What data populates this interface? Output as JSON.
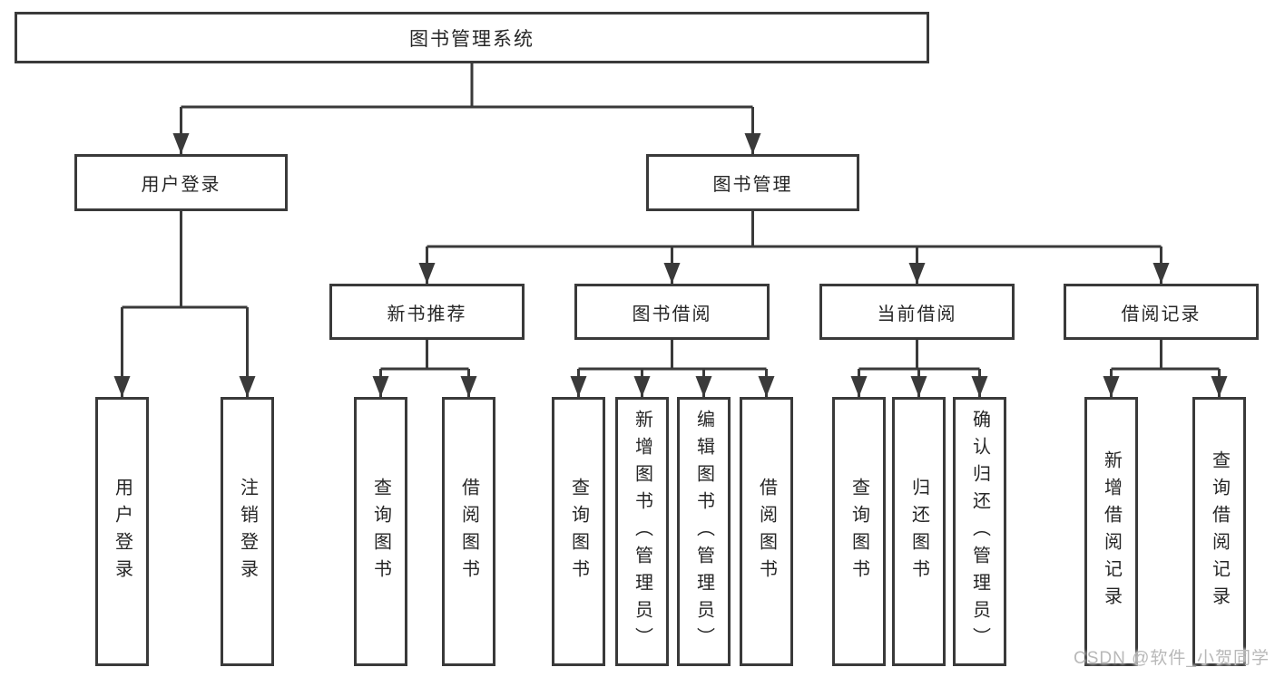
{
  "tree": {
    "root": {
      "label": "图书管理系统"
    },
    "branches": [
      {
        "label": "用户登录",
        "children": [
          {
            "label": "用户登录"
          },
          {
            "label": "注销登录"
          }
        ]
      },
      {
        "label": "图书管理",
        "children": [
          {
            "label": "新书推荐",
            "children": [
              {
                "label": "查询图书"
              },
              {
                "label": "借阅图书"
              }
            ]
          },
          {
            "label": "图书借阅",
            "children": [
              {
                "label": "查询图书"
              },
              {
                "label": "新增图书（管理员）"
              },
              {
                "label": "编辑图书（管理员）"
              },
              {
                "label": "借阅图书"
              }
            ]
          },
          {
            "label": "当前借阅",
            "children": [
              {
                "label": "查询图书"
              },
              {
                "label": "归还图书"
              },
              {
                "label": "确认归还（管理员）"
              }
            ]
          },
          {
            "label": "借阅记录",
            "children": [
              {
                "label": "新增借阅记录"
              },
              {
                "label": "查询借阅记录"
              }
            ]
          }
        ]
      }
    ]
  },
  "watermark": {
    "text": "CSDN @软件_小贺同学",
    "color": "#b8b8b8"
  },
  "colors": {
    "line": "#3a3a3a",
    "box_border": "#3a3a3a",
    "text": "#262626",
    "background": "#ffffff"
  }
}
